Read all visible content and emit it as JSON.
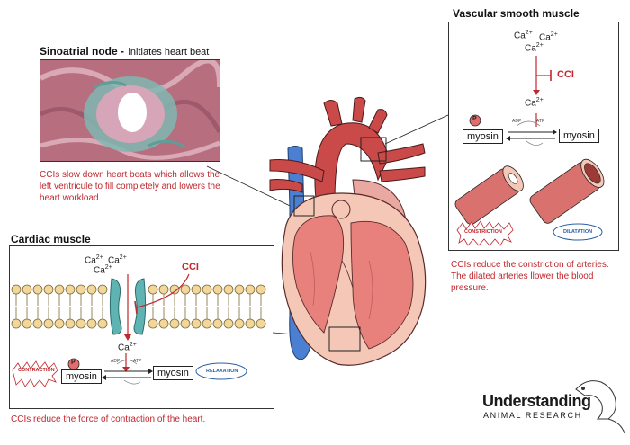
{
  "sa_node": {
    "title": "Sinoatrial node -",
    "subtitle": "initiates heart beat",
    "caption": "CCIs slow down heart beats which allows the left ventricule to fill completely and lowers the heart workload."
  },
  "cardiac": {
    "title": "Cardiac muscle",
    "ca_ion": "Ca",
    "ca_charge": "2+",
    "cci": "CCI",
    "p_label": "P",
    "myosin_left": "myosin",
    "myosin_right": "myosin",
    "adp": "ADP",
    "atp": "ATP",
    "contraction": "CONTRACTION",
    "relaxation": "RELAXATION",
    "caption": "CCIs reduce the force of contraction of the heart."
  },
  "vascular": {
    "title": "Vascular smooth muscle",
    "ca_ion": "Ca",
    "ca_charge": "2+",
    "cci": "CCI",
    "p_label": "P",
    "myosin_left": "myosin",
    "myosin_right": "myosin",
    "adp": "ADP",
    "atp": "ATP",
    "constriction": "CONSTRICTION",
    "dilatation": "DILATATION",
    "caption": "CCIs reduce the constriction of arteries. The dilated arteries llower the blood pressure."
  },
  "logo": {
    "line1": "Understanding",
    "line2": "ANIMAL RESEARCH"
  },
  "colors": {
    "accent_red": "#c1272d",
    "heart": "#e8817c",
    "vein": "#4a7fd1"
  }
}
